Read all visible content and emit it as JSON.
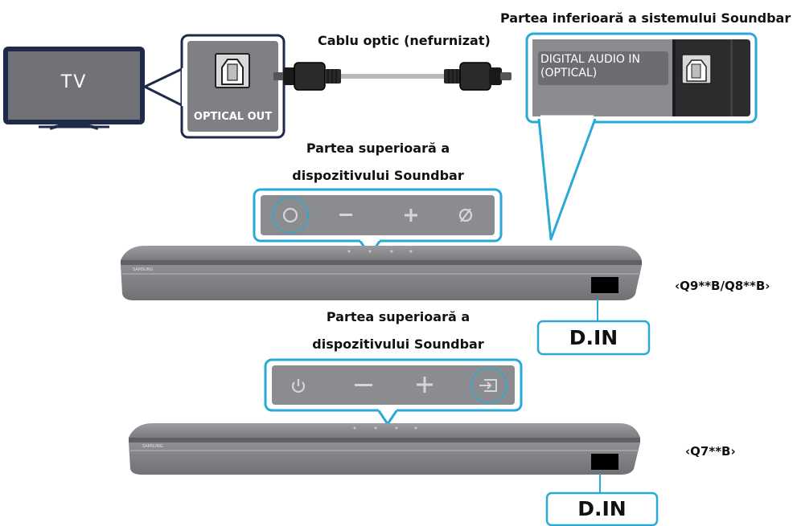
{
  "tv": {
    "label": "TV"
  },
  "tv_port": {
    "label": "OPTICAL OUT"
  },
  "cable": {
    "label": "Cablu optic (nefurnizat)"
  },
  "soundbar_bottom": {
    "title": "Partea inferioară a sistemului Soundbar",
    "port_label_line1": "DIGITAL AUDIO IN",
    "port_label_line2": "(OPTICAL)"
  },
  "top_panel_1": {
    "title_line1": "Partea superioară a",
    "title_line2": "dispozitivului Soundbar"
  },
  "top_panel_2": {
    "title_line1": "Partea superioară a",
    "title_line2": "dispozitivului Soundbar"
  },
  "soundbars": [
    {
      "model": "‹Q9**B/Q8**B›",
      "display": "D.IN",
      "brand": "SAMSUNG"
    },
    {
      "model": "‹Q7**B›",
      "display": "D.IN",
      "brand": "SAMSUNG"
    }
  ],
  "colors": {
    "accent": "#29a9d6",
    "tv_dark": "#1f2a4a",
    "bar_gray": "#7b7d80",
    "panel_gray": "#8a8c8f"
  }
}
